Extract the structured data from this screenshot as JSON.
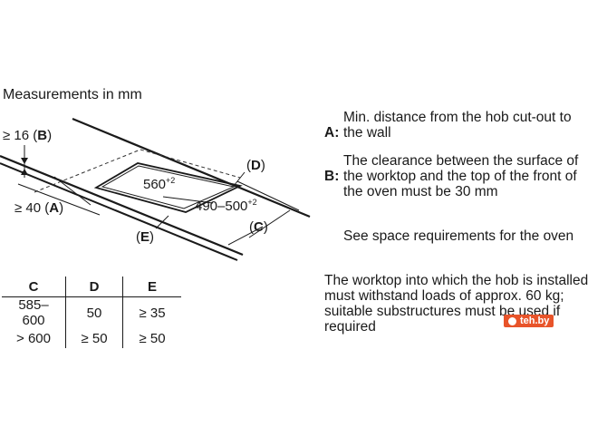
{
  "title": "Measurements in mm",
  "labels": {
    "b_value": "≥ 16",
    "b_letter": "B",
    "a_value": "≥ 40",
    "a_letter": "A",
    "width": "560",
    "width_tol": "+2",
    "depth": "490–500",
    "depth_tol": "+2",
    "d_letter": "D",
    "c_letter": "C",
    "e_letter": "E"
  },
  "table": {
    "headers": [
      "C",
      "D",
      "E"
    ],
    "rows": [
      [
        "585–600",
        "50",
        "≥ 35"
      ],
      [
        "> 600",
        "≥ 50",
        "≥ 50"
      ]
    ]
  },
  "notes": {
    "a_key": "A:",
    "a_text": "Min. distance from the hob cut-out to\nthe wall",
    "b_key": "B:",
    "b_text": "The clearance between the surface of\nthe worktop and the top of the front of\nthe oven must be 30 mm",
    "space": "See space requirements for the oven",
    "load": "The worktop into which the hob is installed\nmust withstand loads of approx. 60 kg;\nsuitable substructures must be used if\nrequired"
  },
  "watermark": "teh.by"
}
